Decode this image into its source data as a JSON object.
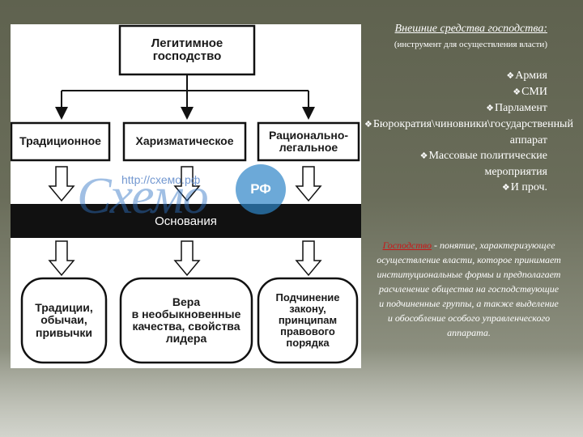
{
  "diagram": {
    "root": "Легитимное\nгосподство",
    "types": [
      "Традиционное",
      "Харизматическое",
      "Рационально-\nлегальное"
    ],
    "band_label": "Основания",
    "bases": [
      "Традиции,\nобычаи,\nпривычки",
      "Вера\nв необыкновенные\nкачества, свойства\nлидера",
      "Подчинение\nзакону,\nпринципам\nправового\nпорядка"
    ],
    "watermark": {
      "url": "http://схемо.рф",
      "text": "Схемо",
      "badge": "РФ"
    }
  },
  "right_panel": {
    "title": "Внешние средства господства:",
    "subtitle": "(инструмент для осуществления власти)",
    "bullets": [
      "Армия",
      "СМИ",
      "Парламент",
      "Бюрократия\\чиновники\\государственный аппарат",
      "Массовые политические мероприятия",
      "И проч."
    ]
  },
  "definition": {
    "term": "Господство",
    "text": " - понятие, характеризующее осуществление власти, которое принимает институциональные формы и предполагает расчленение общества на господствующие и подчиненные группы, а также выделение и обособление особого управленческого аппарата."
  },
  "colors": {
    "background": "#656854",
    "band": "#111111",
    "definition_term": "#c81818",
    "watermark": "#2f73c4"
  }
}
